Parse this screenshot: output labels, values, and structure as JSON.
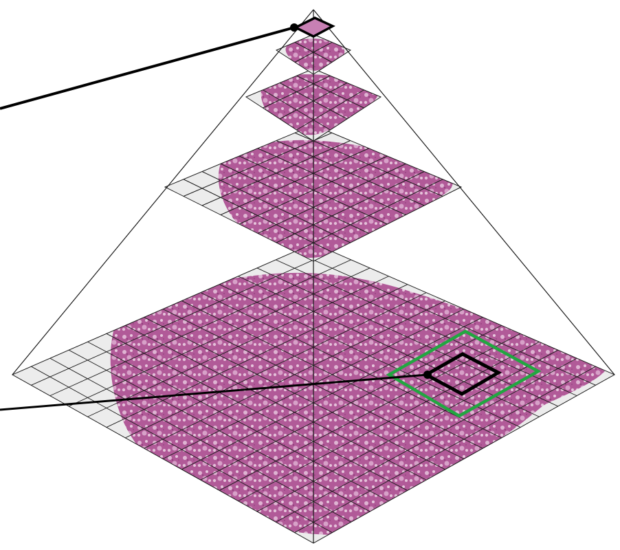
{
  "diagram": {
    "kind": "image-pyramid",
    "levels": [
      {
        "level": 0,
        "tiles_per_side": 16,
        "content": "tissue"
      },
      {
        "level": 1,
        "tiles_per_side": 8,
        "content": "tissue"
      },
      {
        "level": 2,
        "tiles_per_side": 4,
        "content": "tissue"
      },
      {
        "level": 3,
        "tiles_per_side": 2,
        "content": "tissue"
      },
      {
        "level": 4,
        "tiles_per_side": 1,
        "content": "highlight"
      }
    ],
    "highlight_regions": [
      {
        "name": "outer-region",
        "color": "#22a641",
        "level": 0,
        "tiles_per_side": 4
      },
      {
        "name": "inner-region",
        "color": "#000000",
        "level": 0,
        "tiles_per_side": 2
      },
      {
        "name": "apex-region",
        "color": "#000000",
        "level": 4,
        "tiles_per_side": 1
      }
    ],
    "colors": {
      "tissue": "#b15a98",
      "tissue_light": "#d69ec4",
      "tile_empty": "#ececec",
      "grid_line": "#1a1a1a",
      "pointer_line": "#000000",
      "highlight_green": "#22a641"
    }
  }
}
